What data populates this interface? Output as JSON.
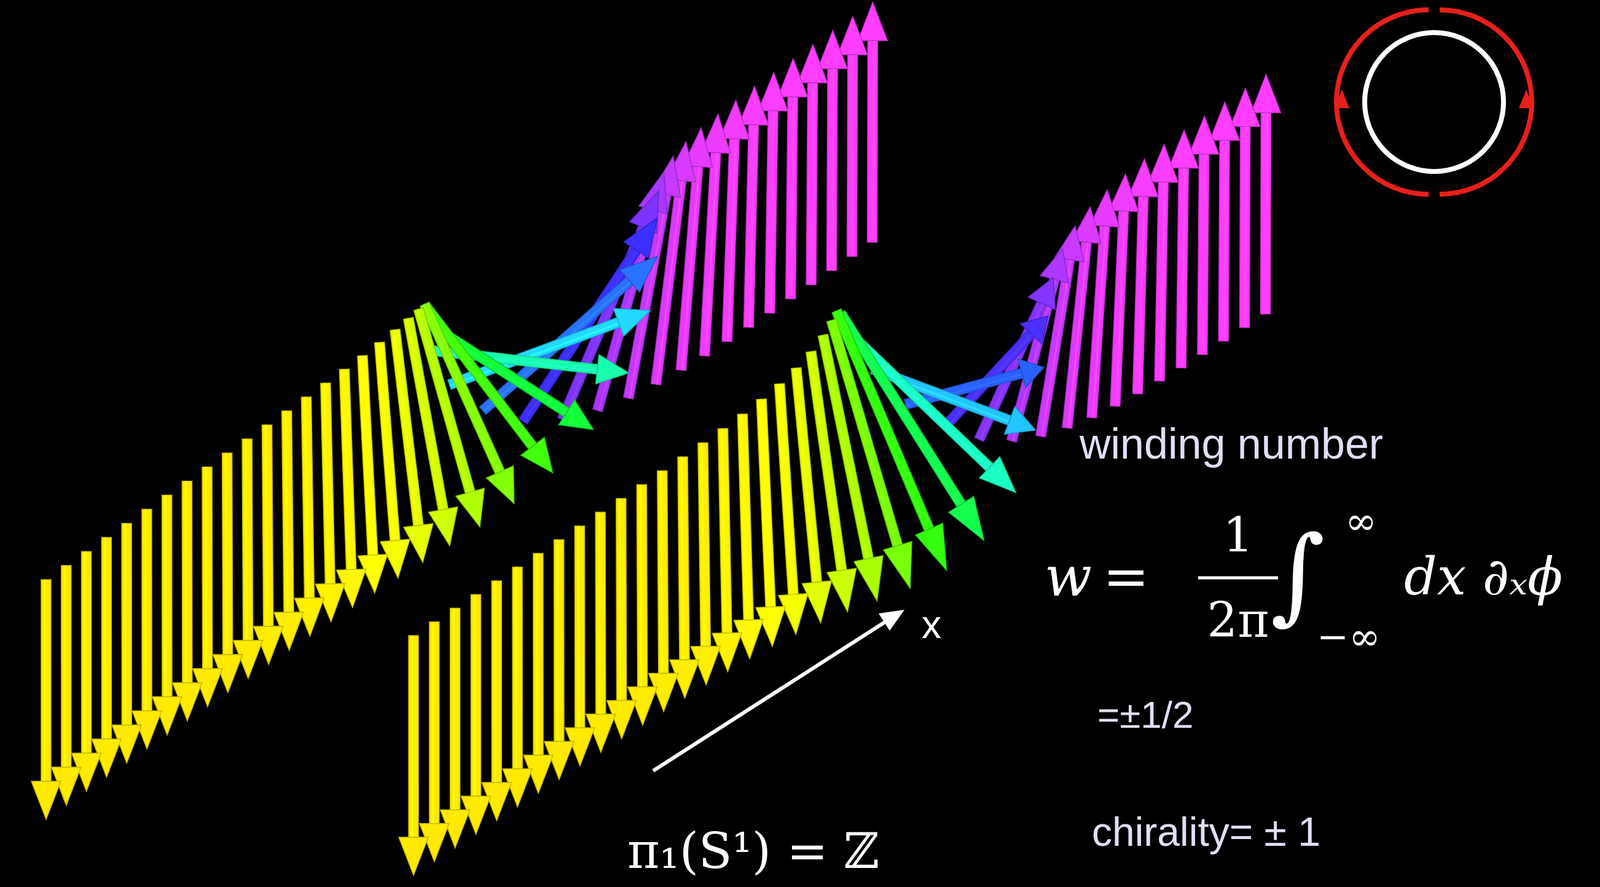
{
  "diagram": {
    "labels": [
      "winding number",
      "w",
      "=",
      "1",
      "2π",
      "∫",
      "∞",
      "−∞",
      "dx ∂ₓϕ",
      "=±1/2",
      "chirality= ± 1",
      "x",
      "π₁(S¹) = ℤ"
    ]
  }
}
